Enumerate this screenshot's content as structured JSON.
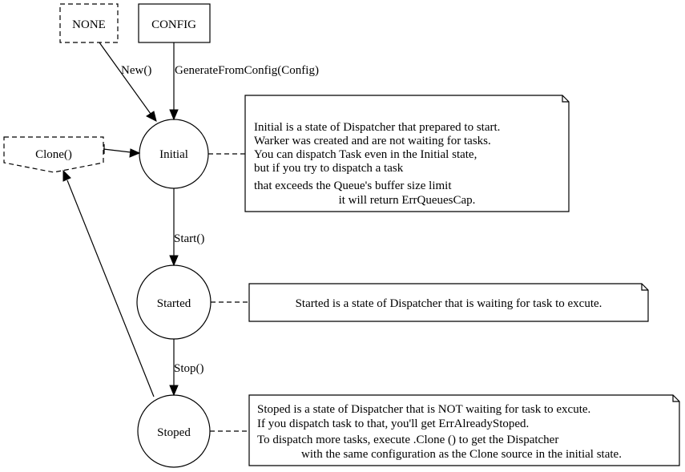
{
  "nodes": {
    "none": "NONE",
    "config": "CONFIG",
    "clone": "Clone()",
    "initial": "Initial",
    "started": "Started",
    "stoped": "Stoped"
  },
  "edges": {
    "new": "New()",
    "generate": "GenerateFromConfig(Config)",
    "start": "Start()",
    "stop": "Stop()"
  },
  "notes": {
    "initial": [
      "Initial is a state of Dispatcher that prepared to start.",
      "Warker was created and are not waiting for tasks.",
      "You can dispatch Task even in the Initial state,",
      "but if you try to dispatch a task",
      "that exceeds the Queue's buffer size limit",
      "it will return ErrQueuesCap."
    ],
    "started": [
      "Started is a state of Dispatcher that is waiting for task to excute."
    ],
    "stoped": [
      "Stoped is a state of Dispatcher that is NOT waiting for task to excute.",
      "If you dispatch task to that, you'll get ErrAlreadyStoped.",
      "To dispatch more tasks, execute .Clone () to get the Dispatcher",
      "with the same configuration as the Clone source in the initial state."
    ]
  }
}
